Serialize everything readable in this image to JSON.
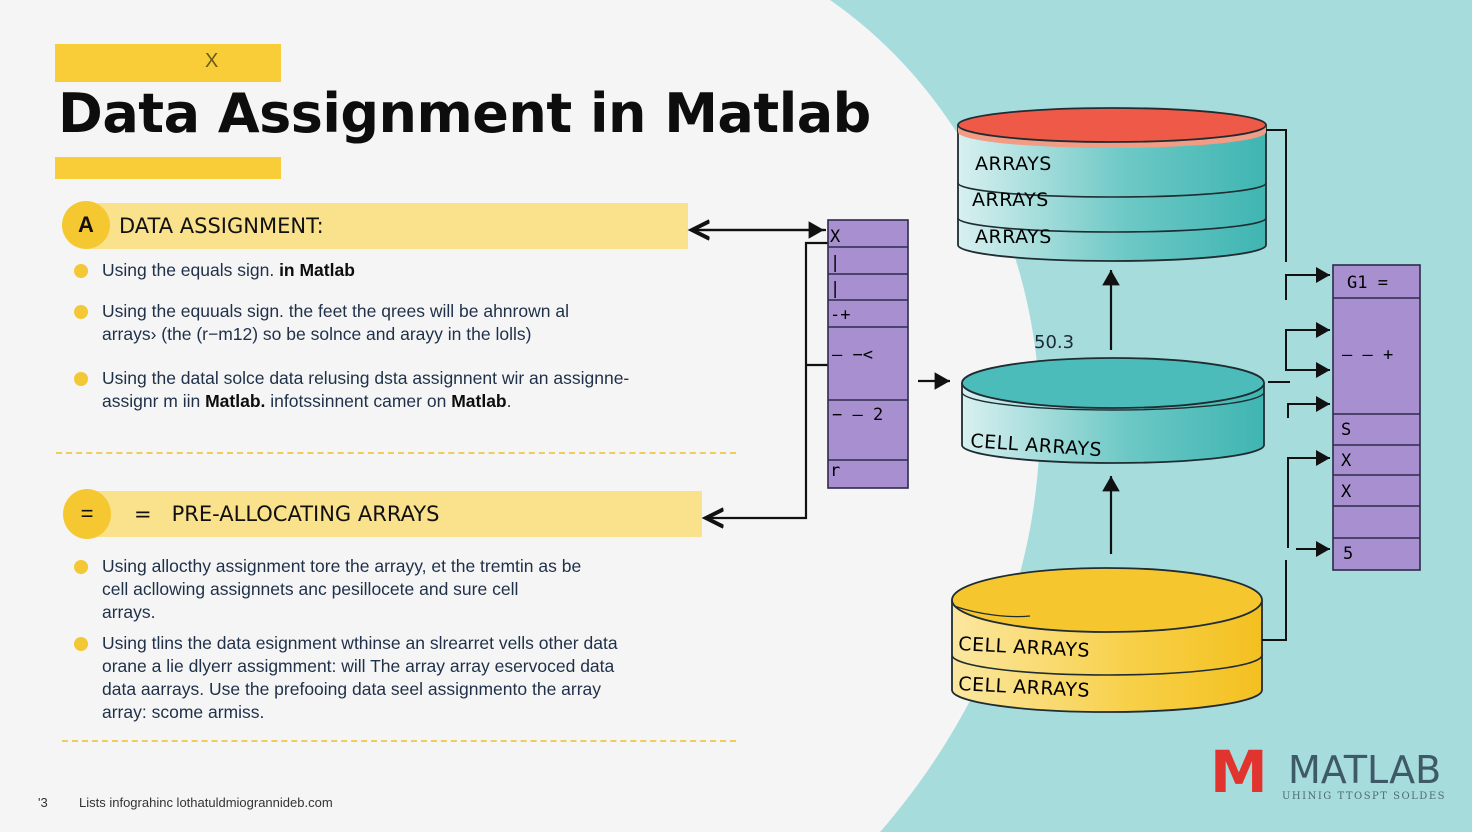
{
  "title": "Data Assignment in Matlab",
  "title_decoration": "X",
  "section_a": {
    "badge": "A",
    "heading": "DATA ASSIGNMENT:",
    "bullets": [
      {
        "text": "Using the equals sign. ",
        "bold": "in Matlab"
      },
      {
        "line1": "Using the equuals sign. the feet the qrees will be ahnrown al",
        "line2": "arrays› (the (r−m12) so be solnce and arayy in the lolls)"
      },
      {
        "line1": "Using the datal solce data relusing dsta assignnent wir an assignne-",
        "line2_pre": "assignr m iin ",
        "line2_bold1": "Matlab.",
        "line2_mid": " infotssinnent camer on ",
        "line2_bold2": "Matlab",
        "line2_post": "."
      }
    ]
  },
  "section_b": {
    "badge": "=",
    "heading_symbol": "=",
    "heading": "PRE-ALLOCATING ARRAYS",
    "bullets": [
      {
        "lines": [
          "Using allocthy assignment tore the arrayy, et the tremtin as be",
          "cell acllowing assignnets anc pesillocete and sure cell",
          "arrays."
        ]
      },
      {
        "lines": [
          "Using tlins the data esignment wthinse an slrearret vells other data",
          "orane a lie dlyerr assigmment: will The array array eservoced data",
          "data aarrays. Use the prefooing data seel assignmento the array",
          "array: scome armiss."
        ]
      }
    ]
  },
  "diagram": {
    "left_stack_cells": [
      "X",
      "|",
      "|",
      "-+",
      "—  −<",
      "−  —  2",
      "r"
    ],
    "top_cylinder": {
      "rows": [
        "ARRAYS",
        "ARRAYS",
        "ARRAYS"
      ],
      "top_color": "#ee5a47"
    },
    "value_label": "50.3",
    "middle_cylinder": {
      "label": "CELL  ARRAYS",
      "color": "#4bbcb9"
    },
    "bottom_cylinder": {
      "rows": [
        "CELL  ARRAYS",
        "CELL  ARRAYS"
      ],
      "color": "#f6c62f"
    },
    "right_stack_cells": [
      "G1  =",
      "—  —  +",
      "S",
      "X",
      "X",
      "",
      "5"
    ]
  },
  "colors": {
    "accent_yellow": "#f8cd37",
    "header_yellow": "#fae28d",
    "teal_bg": "#a7dcdc",
    "purple": "#a890d0",
    "red": "#e2342f"
  },
  "logo": {
    "mark": "M",
    "name": "MATLAB",
    "tagline": "UHINIG TTOSPT SOLDES"
  },
  "footer": {
    "page": "'3",
    "text": "Lists infograhinc lothatuldmiogrannideb.com"
  }
}
